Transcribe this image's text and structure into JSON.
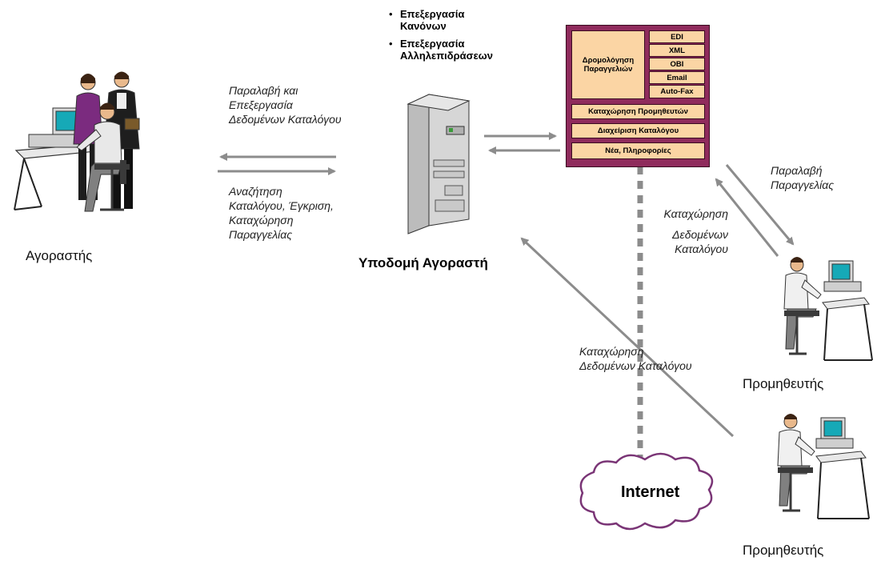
{
  "buyer": {
    "caption": "Αγοραστής",
    "receive_label": [
      "Παραλαβή και",
      "Επεξεργασία",
      "Δεδομένων Καταλόγου"
    ],
    "search_label": [
      "Αναζήτηση",
      "Καταλόγου, Έγκριση,",
      "Καταχώρηση",
      "Παραγγελίας"
    ]
  },
  "infrastructure": {
    "title": "Υποδομή Αγοραστή",
    "processes": [
      "Επεξεργασία Κανόνων",
      "Επεξεργασία Αλληλεπιδράσεων"
    ]
  },
  "router_panel": {
    "routing_label": "Δρομολόγηση Παραγγελιών",
    "channels": [
      "EDI",
      "XML",
      "OBI",
      "Email",
      "Auto-Fax"
    ],
    "functions": [
      "Καταχώρηση Προμηθευτών",
      "Διαχείριση Καταλόγου",
      "Νέα, Πληροφορίες"
    ]
  },
  "supplier1": {
    "caption": "Προμηθευτής",
    "receive_order_label": [
      "Παραλαβή",
      "Παραγγελίας"
    ],
    "catalog_entry_label": [
      "Καταχώρηση",
      "Δεδομένων",
      "Καταλόγου"
    ]
  },
  "supplier2": {
    "caption": "Προμηθευτής",
    "catalog_entry_label": [
      "Καταχώρηση",
      "Δεδομένων Καταλόγου"
    ]
  },
  "internet": {
    "label": "Internet"
  },
  "colors": {
    "arrow": "#8c8c8c",
    "panel_border": "#8f2b5c",
    "panel_cell": "#fbd5a4",
    "dashed_line": "#8c8c8c"
  }
}
